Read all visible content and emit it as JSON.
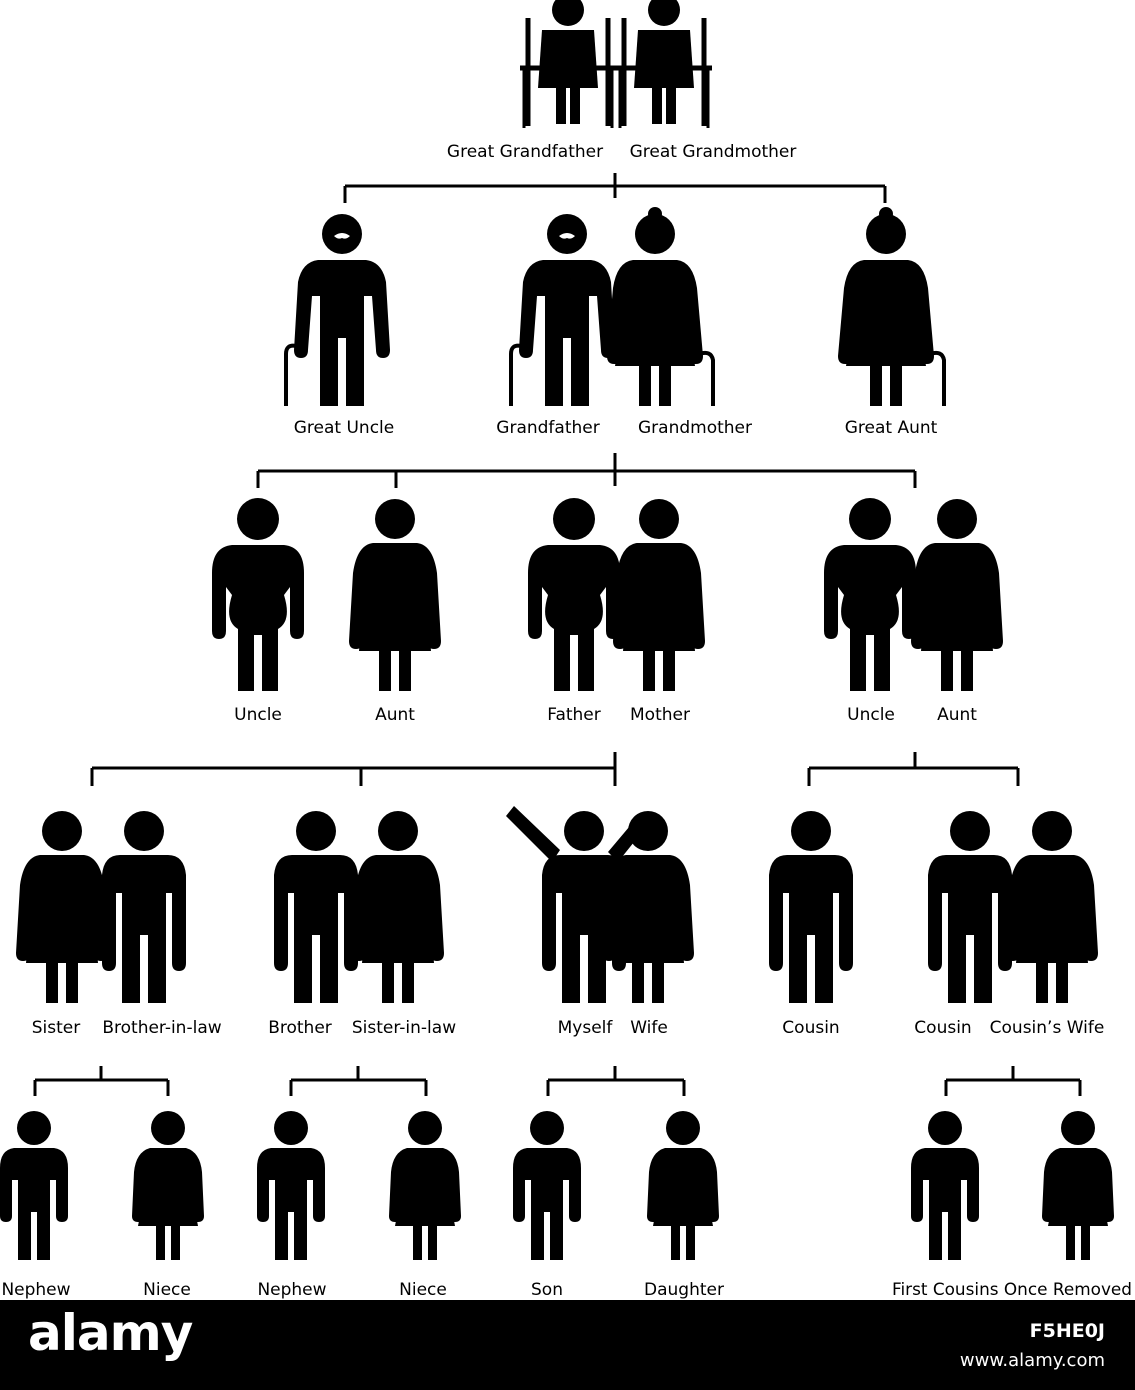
{
  "tree": {
    "generations": [
      {
        "labels": [
          "Great Grandfather",
          "Great Grandmother"
        ]
      },
      {
        "labels": [
          "Great Uncle",
          "Grandfather",
          "Grandmother",
          "Great Aunt"
        ]
      },
      {
        "labels": [
          "Uncle",
          "Aunt",
          "Father",
          "Mother",
          "Uncle",
          "Aunt"
        ]
      },
      {
        "labels": [
          "Sister",
          "Brother-in-law",
          "Brother",
          "Sister-in-law",
          "Myself",
          "Wife",
          "Cousin",
          "Cousin",
          "Cousin’s Wife"
        ]
      },
      {
        "labels": [
          "Nephew",
          "Niece",
          "Nephew",
          "Niece",
          "Son",
          "Daughter",
          "First Cousins Once Removed"
        ]
      }
    ]
  },
  "watermark": {
    "logo": "alamy",
    "image_id": "F5HE0J",
    "url": "www.alamy.com"
  }
}
